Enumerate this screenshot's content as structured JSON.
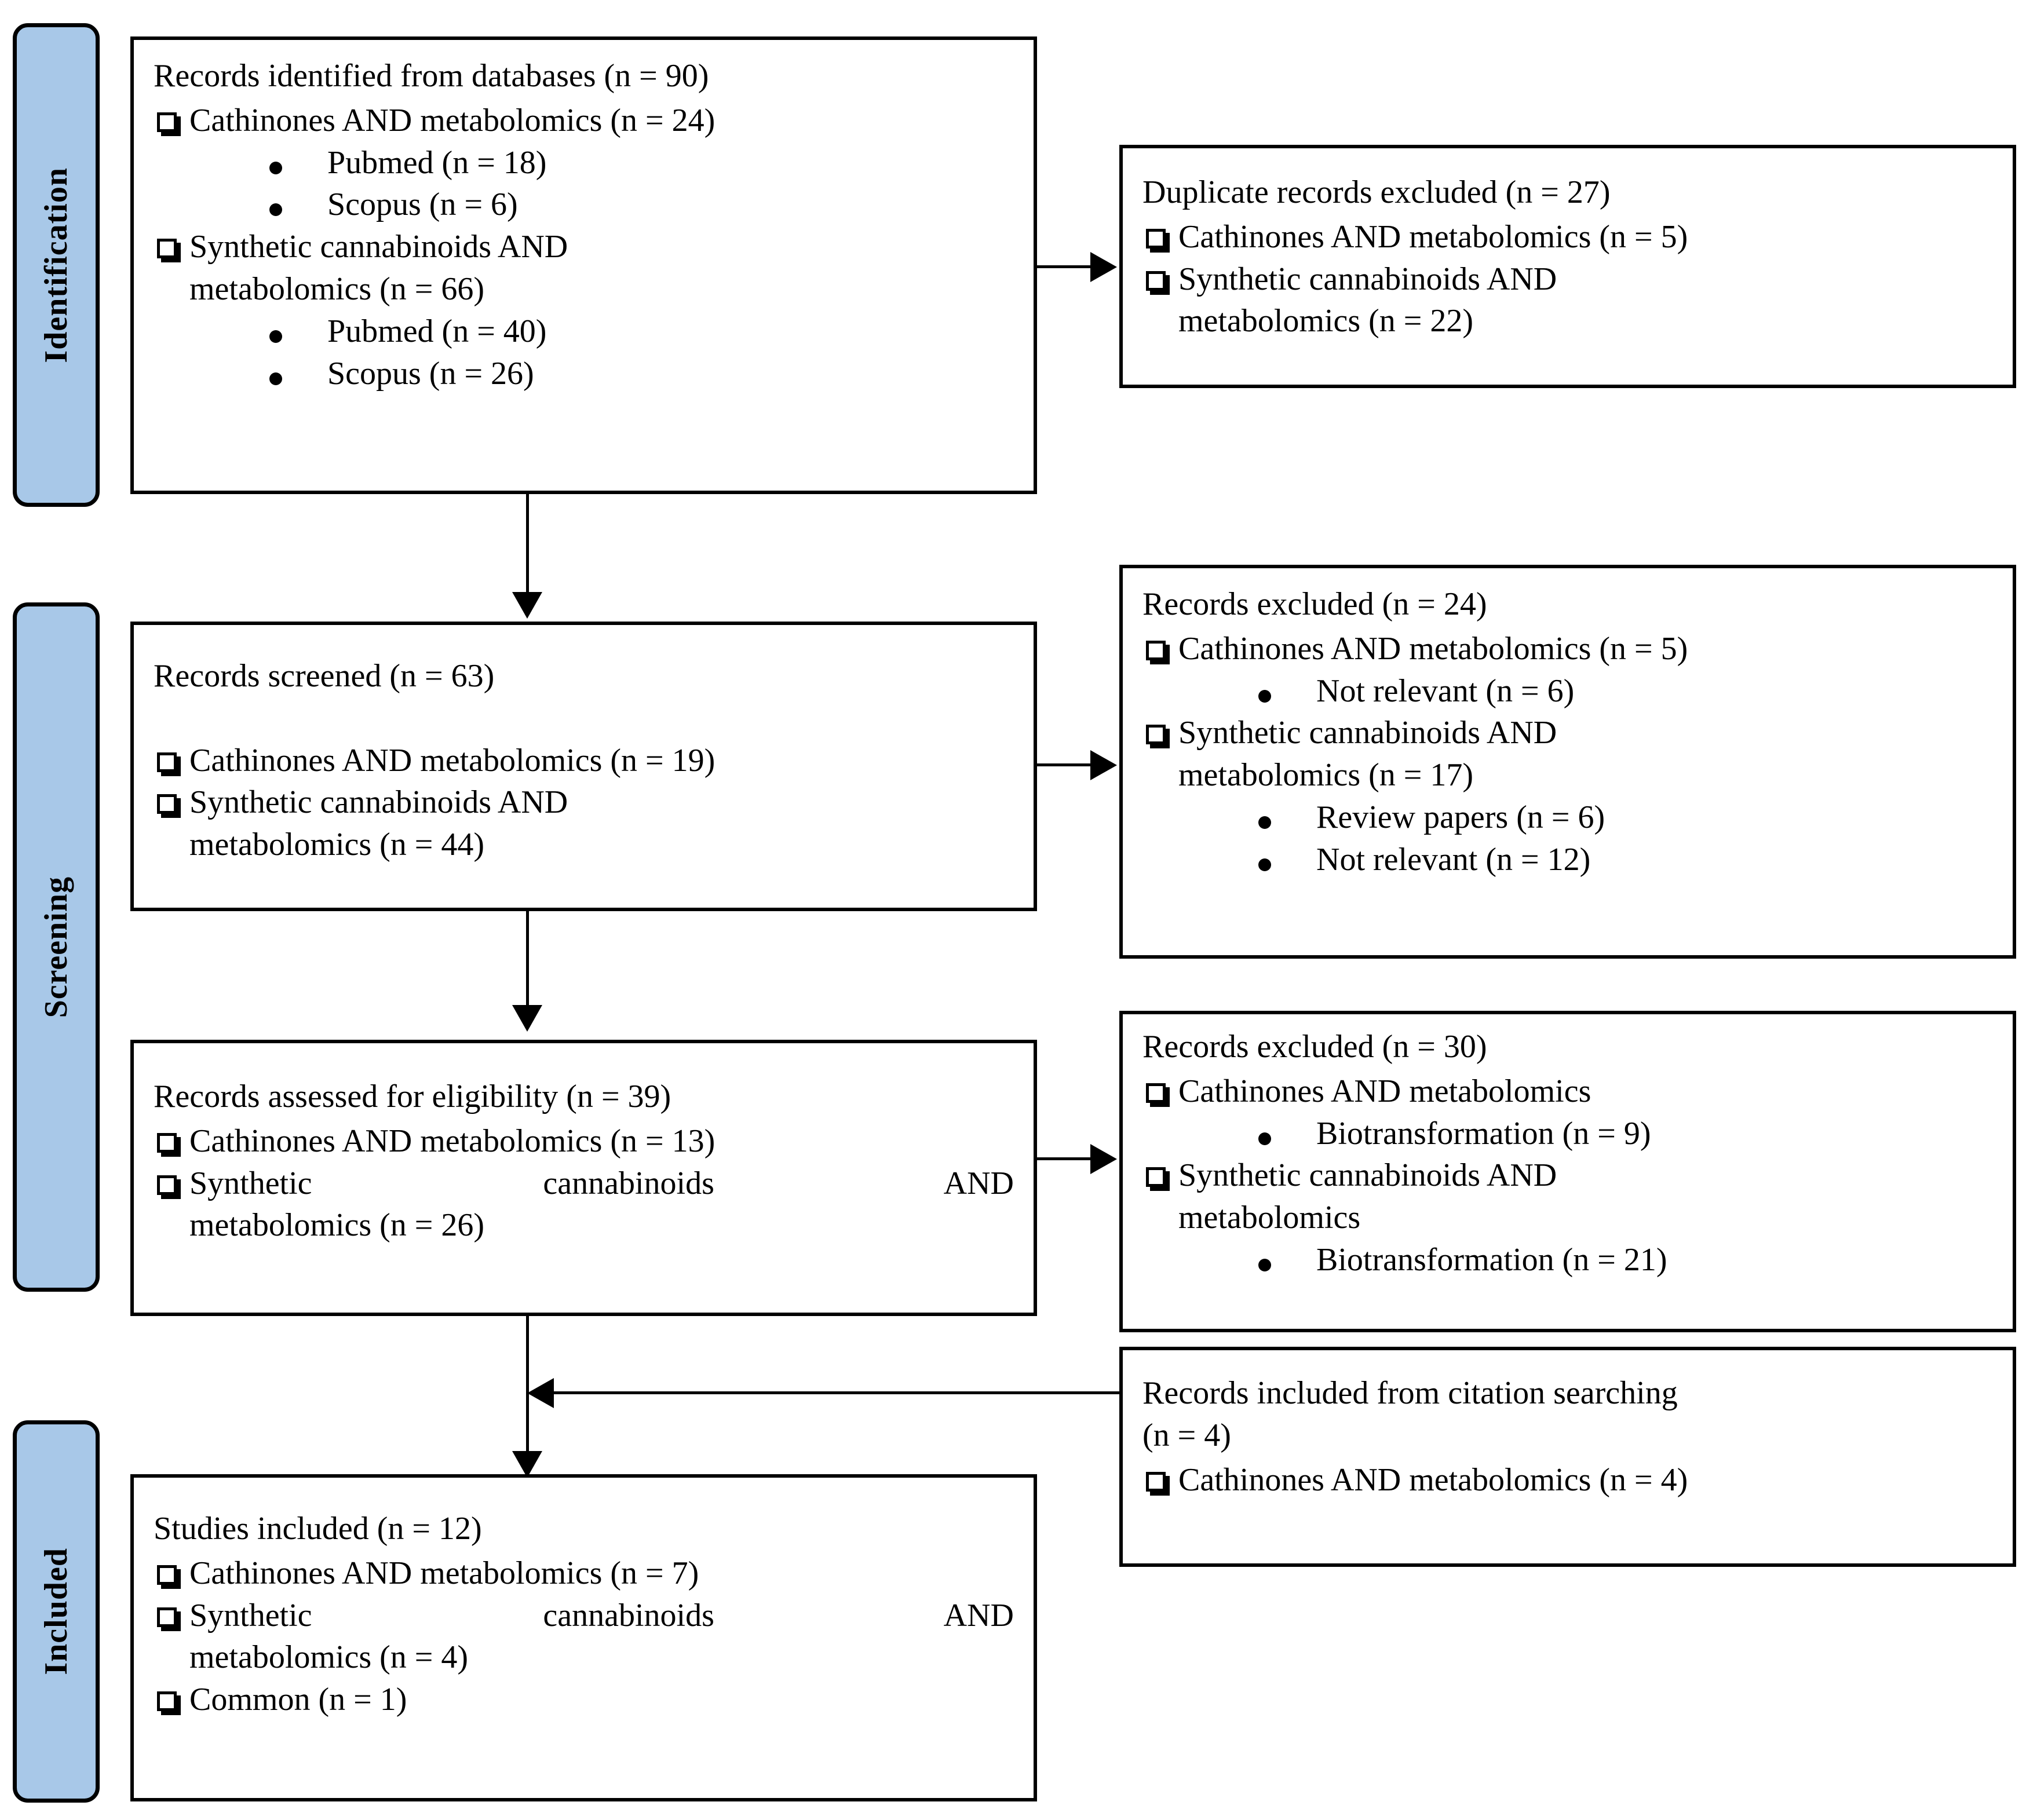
{
  "diagram": {
    "type": "prisma-flow-diagram",
    "accent_color": "#a8c8e8",
    "border_color": "#000000",
    "background_color": "#ffffff"
  },
  "stages": [
    {
      "key": "identification",
      "label": "Identification"
    },
    {
      "key": "screening",
      "label": "Screening"
    },
    {
      "key": "included",
      "label": "Included"
    }
  ],
  "boxes": {
    "identification_records": {
      "title": "Records identified from databases (n = 90)",
      "items": [
        {
          "label": "Cathinones AND metabolomics (n = 24)",
          "subitems": [
            "Pubmed (n = 18)",
            "Scopus (n = 6)"
          ]
        },
        {
          "label": "Synthetic cannabinoids AND",
          "label_cont": "metabolomics (n = 66)",
          "subitems": [
            "Pubmed (n = 40)",
            "Scopus (n = 26)"
          ]
        }
      ]
    },
    "duplicates_excluded": {
      "title": "Duplicate records excluded (n = 27)",
      "items": [
        {
          "label": "Cathinones AND metabolomics (n = 5)"
        },
        {
          "label": "Synthetic cannabinoids AND",
          "label_cont": "metabolomics (n = 22)"
        }
      ]
    },
    "records_screened": {
      "title": "Records screened (n = 63)",
      "items": [
        {
          "label": "Cathinones AND metabolomics (n = 19)"
        },
        {
          "label": "Synthetic cannabinoids AND",
          "label_cont": "metabolomics (n = 44)"
        }
      ]
    },
    "records_excluded_screening": {
      "title": "Records excluded (n = 24)",
      "items": [
        {
          "label": "Cathinones AND metabolomics (n = 5)",
          "subitems": [
            "Not relevant (n = 6)"
          ]
        },
        {
          "label": "Synthetic cannabinoids AND",
          "label_cont": "metabolomics (n = 17)",
          "subitems": [
            "Review papers (n = 6)",
            "Not relevant (n = 12)"
          ]
        }
      ]
    },
    "records_assessed": {
      "title": "Records assessed for eligibility (n = 39)",
      "items": [
        {
          "label": "Cathinones AND metabolomics (n = 13)"
        },
        {
          "label": "Synthetic cannabinoids AND",
          "label_cont": "metabolomics (n = 26)"
        }
      ]
    },
    "records_excluded_eligibility": {
      "title": "Records excluded (n = 30)",
      "items": [
        {
          "label": "Cathinones AND metabolomics",
          "subitems": [
            "Biotransformation (n = 9)"
          ]
        },
        {
          "label": "Synthetic cannabinoids AND",
          "label_cont": "metabolomics",
          "subitems": [
            "Biotransformation (n = 21)"
          ]
        }
      ]
    },
    "citation_searching": {
      "title": "Records included from citation searching",
      "title_cont": "(n = 4)",
      "items": [
        {
          "label": "Cathinones AND metabolomics (n = 4)"
        }
      ]
    },
    "studies_included": {
      "title": "Studies included (n = 12)",
      "items": [
        {
          "label": "Cathinones AND metabolomics (n = 7)"
        },
        {
          "label": "Synthetic cannabinoids AND",
          "label_cont": "metabolomics (n = 4)"
        },
        {
          "label": "Common (n = 1)"
        }
      ]
    }
  }
}
